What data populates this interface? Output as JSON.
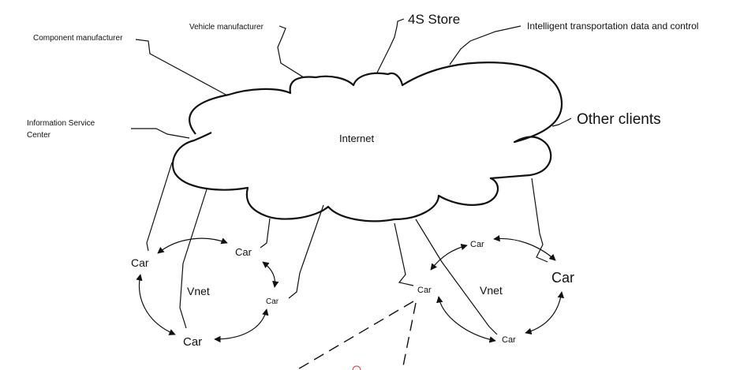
{
  "diagram": {
    "cloud_label": "Internet",
    "nodes": {
      "component_manufacturer": "Component manufacturer",
      "vehicle_manufacturer": "Vehicle manufacturer",
      "store_4s": "4S Store",
      "intelligent_transport": "Intelligent transportation data and control",
      "other_clients": "Other clients",
      "info_service_line1": "Information Service",
      "info_service_line2": "Center"
    },
    "vnet_left": {
      "label": "Vnet",
      "car_left": "Car",
      "car_top": "Car",
      "car_right": "Car",
      "car_bottom": "Car"
    },
    "vnet_right": {
      "label": "Vnet",
      "car_left": "Car",
      "car_top": "Car",
      "car_right": "Car",
      "car_bottom": "Car"
    }
  }
}
